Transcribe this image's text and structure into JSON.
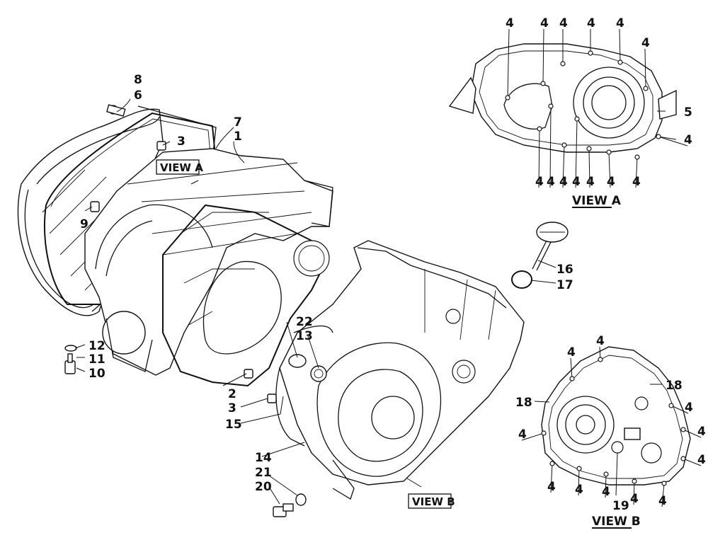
{
  "view_labels": {
    "view_a_main": "VIEW A",
    "view_b_main": "VIEW B",
    "view_a_detail": "VIEW A",
    "view_b_detail": "VIEW B"
  },
  "callouts": {
    "c8": "8",
    "c6": "6",
    "c3a": "3",
    "c7": "7",
    "c1": "1",
    "c9": "9",
    "c12": "12",
    "c11": "11",
    "c10": "10",
    "c22": "22",
    "c13": "13",
    "c2": "2",
    "c3b": "3",
    "c15": "15",
    "c14": "14",
    "c21": "21",
    "c20": "20",
    "c16": "16",
    "c17": "17",
    "c5": "5",
    "c18a": "18",
    "c18b": "18",
    "c19": "19",
    "four": "4"
  }
}
